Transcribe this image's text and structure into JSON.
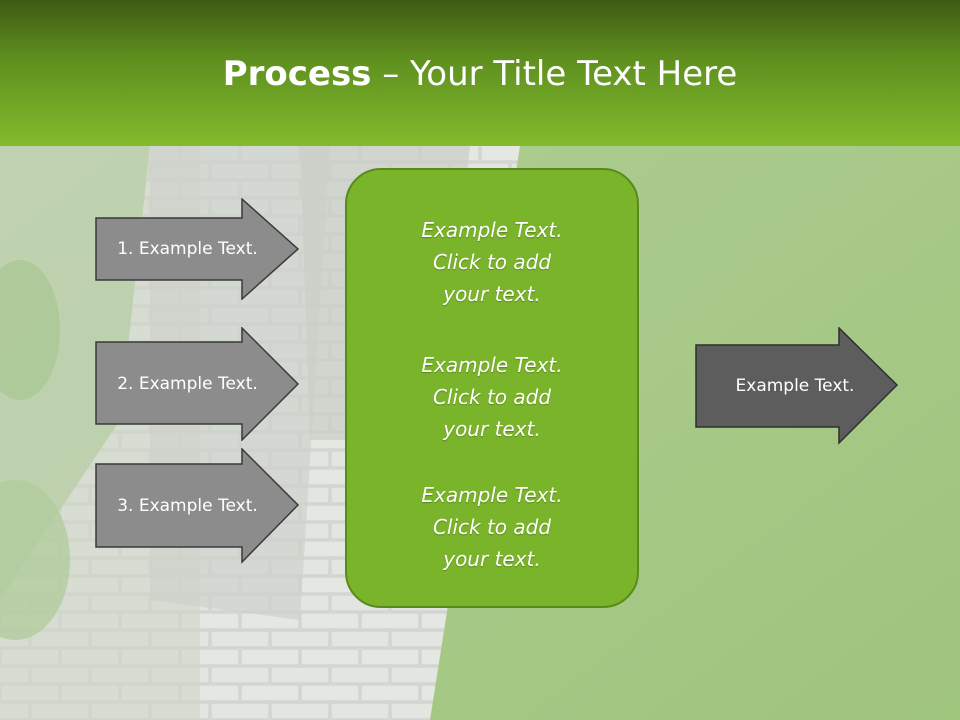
{
  "colors": {
    "header_top": "#3f5a14",
    "header_bottom": "#82bb2c",
    "center_box": "#7ab42a",
    "center_box_border": "#5b8a1c",
    "left_arrow_fill": "#8c8c8c",
    "right_arrow_fill": "#5d5d5d",
    "text": "#ffffff"
  },
  "title": {
    "bold": "Process",
    "rest": " – Your Title Text Here"
  },
  "left_arrows": [
    {
      "label": "1. Example Text."
    },
    {
      "label": "2. Example Text."
    },
    {
      "label": "3. Example Text."
    }
  ],
  "center_box": {
    "items": [
      {
        "line1": "Example Text.",
        "line2": "Click  to add",
        "line3": "your text."
      },
      {
        "line1": "Example Text.",
        "line2": "Click  to add",
        "line3": "your text."
      },
      {
        "line1": "Example Text.",
        "line2": "Click  to add",
        "line3": "your text."
      }
    ]
  },
  "right_arrow": {
    "label": "Example Text."
  }
}
